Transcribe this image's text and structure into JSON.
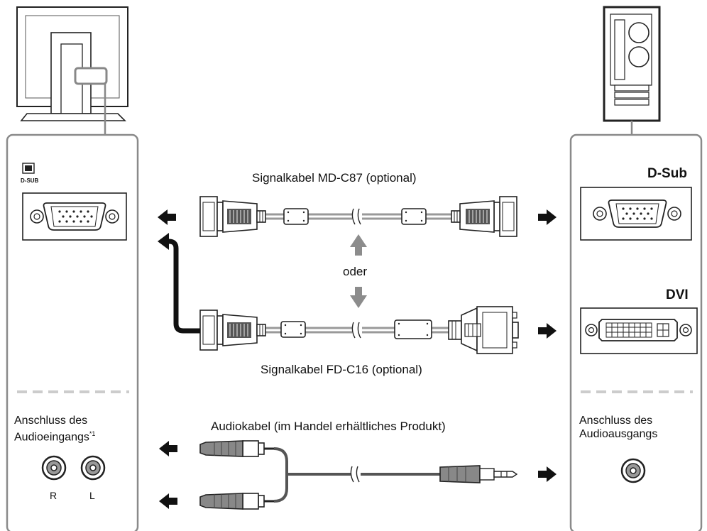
{
  "captions": {
    "cable_md": "Signalkabel MD-C87 (optional)",
    "cable_fd": "Signalkabel FD-C16 (optional)",
    "oder": "oder",
    "audio_cable": "Audiokabel (im Handel erhältliches Produkt)"
  },
  "monitor_side": {
    "dsub_icon_label": "D-SUB",
    "audio_in_line1": "Anschluss des",
    "audio_in_line2": "Audioeingangs",
    "audio_in_note": "*1",
    "jack_r": "R",
    "jack_l": "L"
  },
  "pc_side": {
    "dsub_label": "D-Sub",
    "dvi_label": "DVI",
    "audio_out_line1": "Anschluss des",
    "audio_out_line2": "Audioausgangs"
  },
  "icons": [
    "monitor-icon",
    "pc-tower-icon",
    "d-sub-port-icon",
    "dvi-port-icon",
    "audio-jack-icon",
    "arrow-icon"
  ],
  "colors": {
    "outline": "#222222",
    "panel_border": "#8a8a8a",
    "cable": "#9a9a9a",
    "arrow_gray": "#8c8c8c",
    "divider": "#cccccc"
  }
}
